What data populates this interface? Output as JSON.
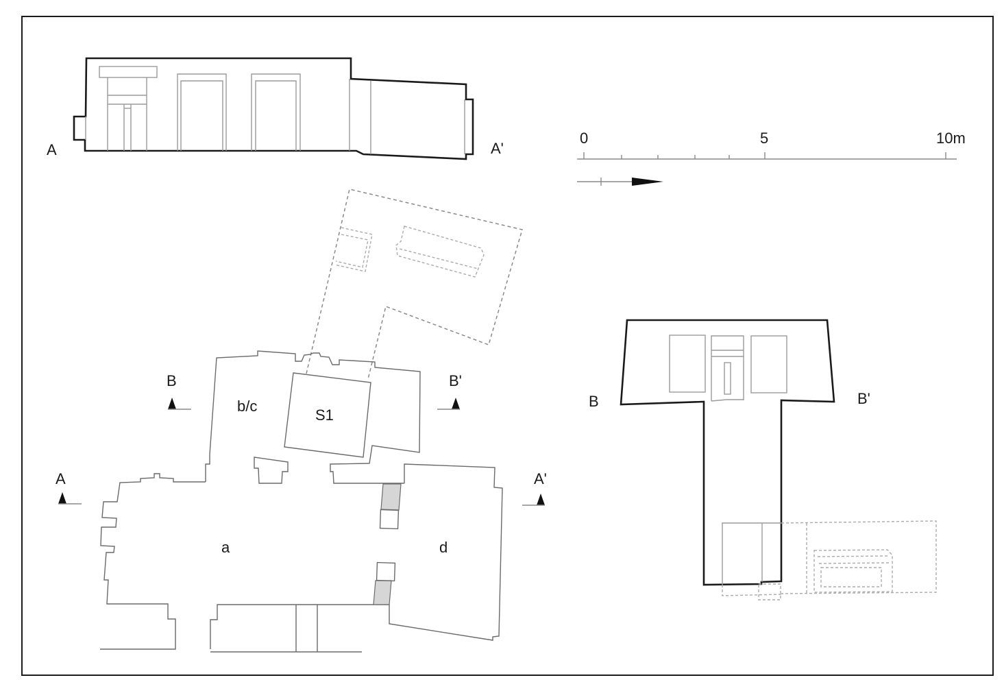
{
  "figure": {
    "type": "architectural plan and sections",
    "frame_border_color": "#1a1a1a"
  },
  "section_aa": {
    "label_left": "A",
    "label_right": "A'"
  },
  "section_bb": {
    "label_left": "B",
    "label_right": "B'"
  },
  "scale_bar": {
    "ticks": [
      "0",
      "5",
      "10m"
    ],
    "unit": "m",
    "max": 10,
    "minor_ticks": [
      0,
      1,
      2,
      3,
      4,
      5,
      10
    ],
    "north_arrow": "arrow-right"
  },
  "plan": {
    "section_markers": {
      "a_left": "A",
      "a_right": "A'",
      "b_left": "B",
      "b_right": "B'"
    },
    "rooms": {
      "a": "a",
      "bc": "b/c",
      "d": "d",
      "s1": "S1"
    },
    "colors": {
      "wall": "#6a6a6a",
      "shaded_block": "#d6d6d6",
      "reconstructed_dashed": "#8a8a8a"
    }
  }
}
